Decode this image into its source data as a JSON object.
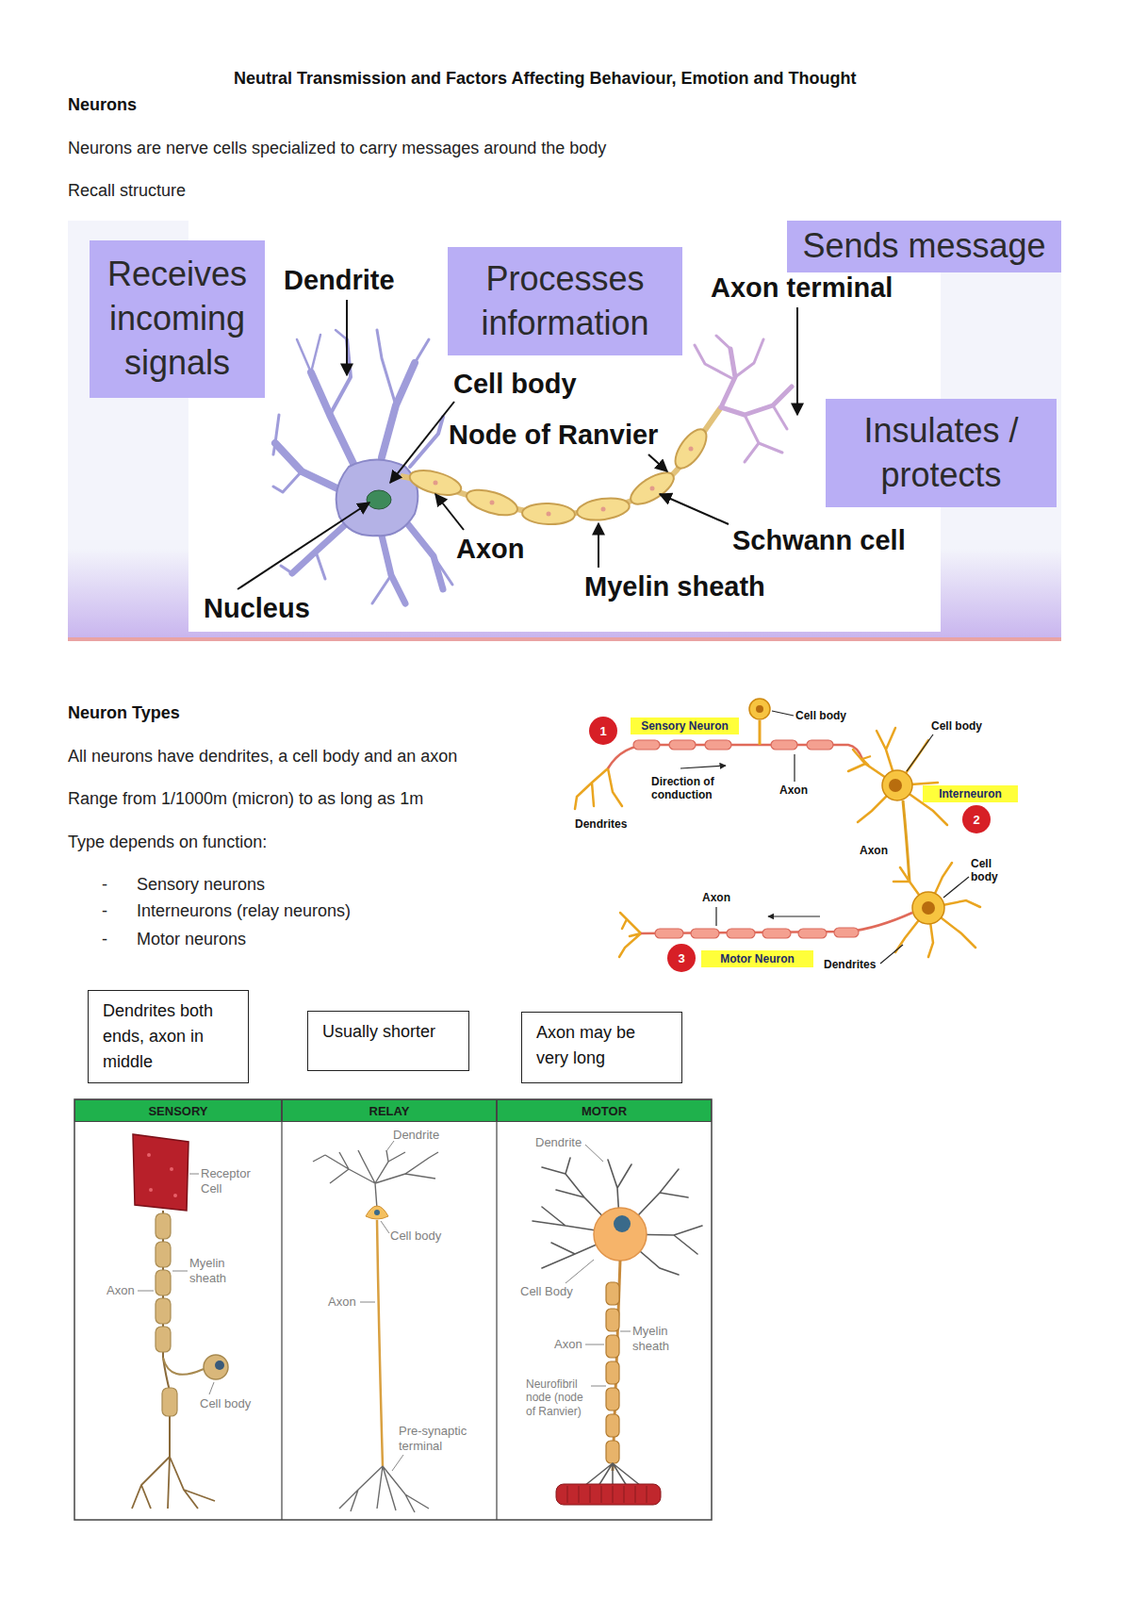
{
  "diagram": {
    "title": "Neutral Transmission and Factors Affecting Behaviour, Emotion and Thought",
    "nodes": [
      {
        "text": [
          "Receives incoming signals"
        ]
      },
      {
        "text": [
          "Processes information"
        ]
      },
      {
        "text": [
          "Sends message"
        ]
      },
      {
        "text": [
          "Insulates / protects"
        ]
      },
      {
        "text": [
          "1"
        ]
      },
      {
        "text": [
          "Sensory Neuron"
        ]
      },
      {
        "text": [
          "Interneuron"
        ]
      },
      {
        "text": [
          "2"
        ]
      },
      {
        "text": [
          "3"
        ]
      },
      {
        "text": [
          "Motor Neuron"
        ]
      },
      {
        "text": [
          "Dendrites both ends, axon in middle"
        ]
      },
      {
        "text": [
          "Usually shorter"
        ]
      },
      {
        "text": [
          "Axon may be very long"
        ]
      },
      {
        "text": [
          "SENSORY"
        ]
      },
      {
        "text": [
          "RELAY"
        ]
      },
      {
        "text": [
          "MOTOR"
        ]
      }
    ],
    "labels": [
      "Neurons",
      "Neurons are nerve cells specialized to carry messages around the body",
      "Recall structure",
      "Dendrite",
      "Cell body",
      "Node of Ranvier",
      "Axon terminal",
      "Axon",
      "Schwann cell",
      "Myelin sheath",
      "Nucleus",
      "Neuron Types",
      "All neurons have dendrites, a cell body and an axon",
      "Range from 1/1000m (micron) to as long as 1m",
      "Type depends on function:",
      "-",
      "Sensory neurons",
      "-",
      "Interneurons (relay neurons)",
      "-",
      "Motor neurons",
      "Cell body",
      "Cell body",
      "Direction of conduction",
      "Axon",
      "Dendrites",
      "Axon",
      "Cell body",
      "Axon",
      "Dendrites",
      "Receptor Cell",
      "Myelin sheath",
      "Axon",
      "Cell body",
      "Dendrite",
      "Cell body",
      "Axon",
      "Pre-synaptic terminal",
      "Dendrite",
      "Cell Body",
      "Axon",
      "Myelin sheath",
      "Neurofibril node (node of Ranvier)"
    ]
  }
}
